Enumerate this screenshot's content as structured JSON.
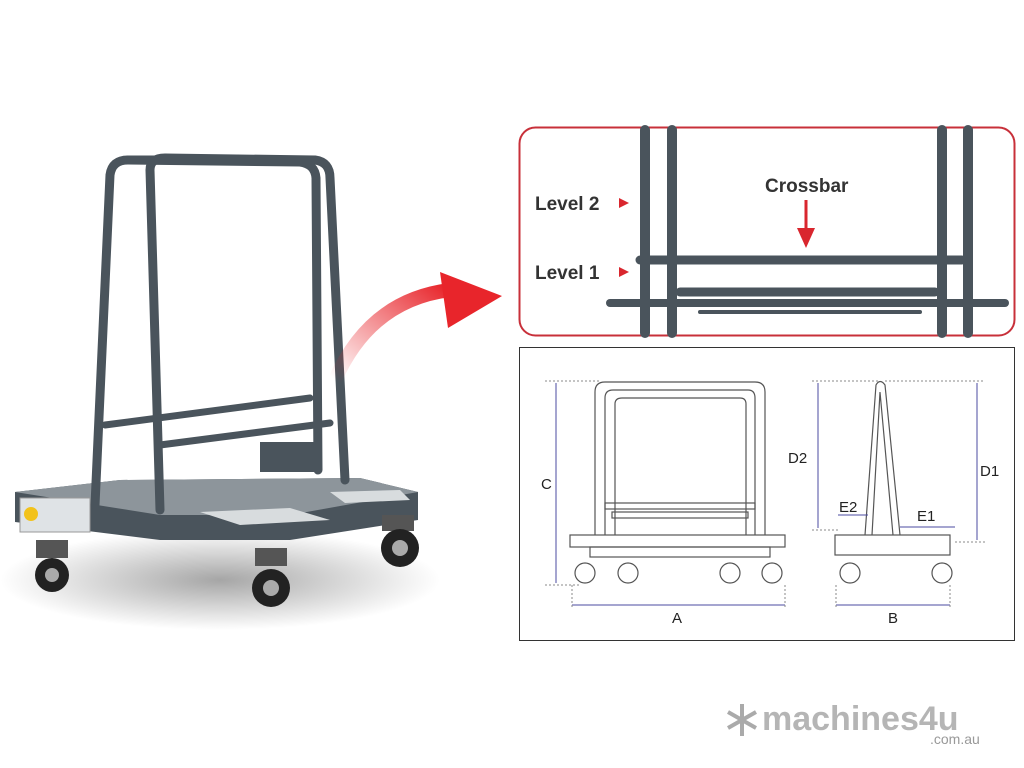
{
  "callout": {
    "level2": "Level 2",
    "level1": "Level 1",
    "crossbar": "Crossbar"
  },
  "dimensions": {
    "a": "A",
    "b": "B",
    "c": "C",
    "d1": "D1",
    "d2": "D2",
    "e1": "E1",
    "e2": "E2"
  },
  "logo": {
    "brand": "machines4u",
    "domain": ".com.au"
  },
  "colors": {
    "frame": "#4a545c",
    "accent_red": "#d9262e",
    "callout_border": "#c8303a"
  }
}
